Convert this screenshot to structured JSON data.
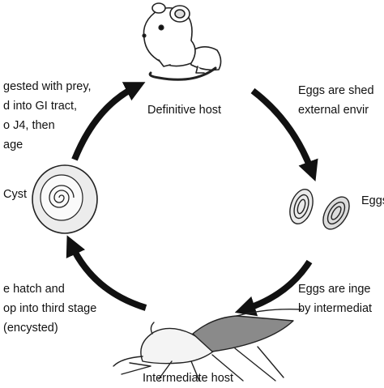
{
  "nodes": {
    "definitive_host": "Definitive host",
    "eggs": "Eggs",
    "intermediate_host": "Intermediate host",
    "cyst": "Cyst"
  },
  "steps": {
    "eggs_shed": [
      "Eggs are shed",
      "external envir"
    ],
    "eggs_ingested": [
      "Eggs are inge",
      "by intermediat"
    ],
    "hatch": [
      "e hatch and",
      "op into third stage",
      "(encysted)"
    ],
    "ingested_prey": [
      "gested with prey,",
      "d into GI tract,",
      "o J4, then",
      "age"
    ]
  },
  "colors": {
    "arrow": "#111111",
    "outline": "#222222",
    "egg_fill": "#e6e6e6",
    "cyst_fill": "#ececec",
    "insect_body": "#8a8a8a"
  }
}
